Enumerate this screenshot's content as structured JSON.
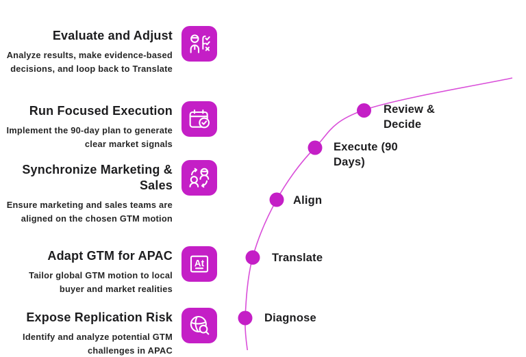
{
  "palette": {
    "accent_magenta": "#C41FC6",
    "curve_pink": "#D94ED9",
    "text_dark": "#1D1D1F",
    "background": "#FFFFFF"
  },
  "steps_panel": {
    "items": [
      {
        "title": "Evaluate and Adjust",
        "description": "Analyze results, make evidence-based decisions, and loop back to Translate",
        "icon": "person-checklist-icon"
      },
      {
        "title": "Run Focused Execution",
        "description": "Implement the 90-day plan to generate clear market signals",
        "icon": "calendar-check-icon"
      },
      {
        "title": "Synchronize Marketing & Sales",
        "description": "Ensure marketing and sales teams are aligned on the chosen GTM motion",
        "icon": "people-sync-icon"
      },
      {
        "title": "Adapt GTM for APAC",
        "description": "Tailor global GTM motion to local buyer and market realities",
        "icon": "translate-icon"
      },
      {
        "title": "Expose Replication Risk",
        "description": "Identify and analyze potential GTM challenges in APAC",
        "icon": "globe-search-icon"
      }
    ]
  },
  "timeline": {
    "shape": "quarter-arc rising from bottom-left to top-right",
    "milestones": [
      {
        "label": "Diagnose"
      },
      {
        "label": "Translate"
      },
      {
        "label": "Align"
      },
      {
        "label": "Execute (90 Days)"
      },
      {
        "label": "Review & Decide"
      }
    ]
  }
}
